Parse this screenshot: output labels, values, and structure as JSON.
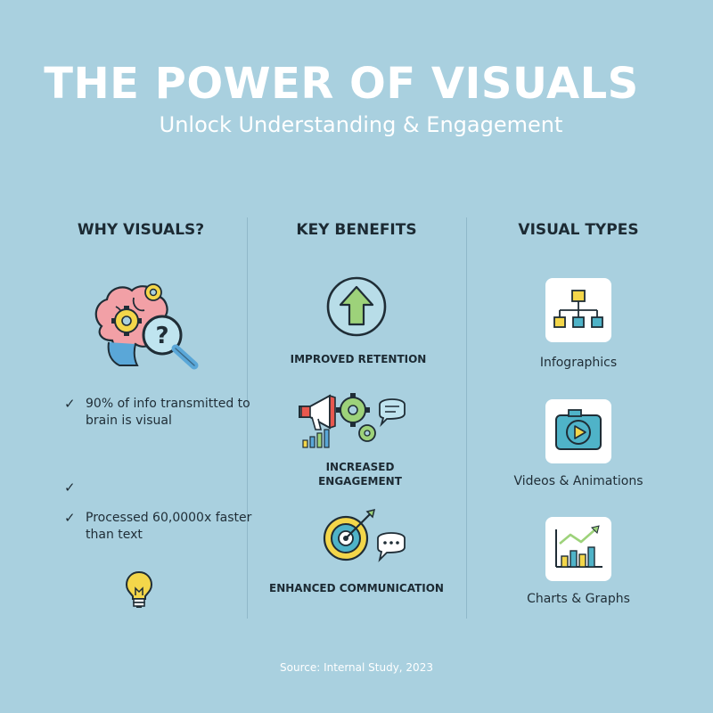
{
  "header": {
    "title": "THE POWER OF VISUALS",
    "subtitle": "Unlock Understanding & Engagement"
  },
  "columns": {
    "why": {
      "heading": "WHY VISUALS?",
      "points": [
        "90% of info transmitted to brain is visual",
        "",
        "Processed 60,0000x faster than text"
      ]
    },
    "benefits": {
      "heading": "KEY BENEFITS",
      "items": [
        "IMPROVED RETENTION",
        "INCREASED ENGAGEMENT",
        "ENHANCED COMMUNICATION"
      ]
    },
    "types": {
      "heading": "VISUAL TYPES",
      "items": [
        "Infographics",
        "Videos & Animations",
        "Charts & Graphs"
      ]
    }
  },
  "check_glyph": "✓",
  "footer": {
    "source": "Source: Internal Study, 2023"
  },
  "colors": {
    "background": "#a9d0df",
    "text_dark": "#1c2a33",
    "white": "#ffffff",
    "green": "#9dd27a",
    "yellow": "#f3d64a",
    "teal": "#4fb3c8",
    "pink": "#f2a0a6",
    "blue": "#5aa7d8"
  },
  "icons": {
    "brain": "brain-gears-magnifier-icon",
    "arrow": "up-arrow-circle-icon",
    "megaphone": "megaphone-gears-chat-icon",
    "target": "target-arrow-chat-icon",
    "bulb": "lightbulb-icon",
    "flow": "flowchart-icon",
    "video": "video-play-icon",
    "chart": "bar-line-chart-icon"
  }
}
